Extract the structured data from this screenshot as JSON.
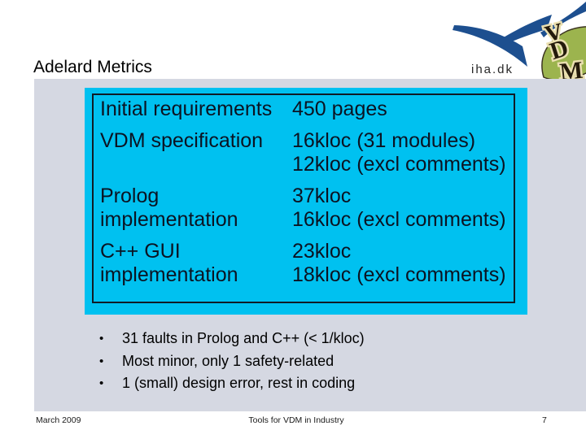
{
  "slide": {
    "title": "Adelard Metrics",
    "logo": {
      "iha": "iha.dk",
      "vdm_letters": [
        "V",
        "D",
        "M"
      ]
    },
    "table": {
      "rows": [
        {
          "label_lines": [
            "Initial requirements"
          ],
          "value_lines": [
            "450 pages"
          ]
        },
        {
          "label_lines": [
            "VDM specification"
          ],
          "value_lines": [
            "16kloc (31 modules)",
            "12kloc (excl comments)"
          ]
        },
        {
          "label_lines": [
            "Prolog",
            "implementation"
          ],
          "value_lines": [
            "37kloc",
            "16kloc (excl comments)"
          ]
        },
        {
          "label_lines": [
            "C++ GUI",
            "implementation"
          ],
          "value_lines": [
            "23kloc",
            "18kloc (excl comments)"
          ]
        }
      ]
    },
    "bullet_char": "•",
    "bullets": [
      "31 faults in Prolog and C++ (< 1/kloc)",
      "Most minor, only 1 safety-related",
      "1 (small) design error, rest in coding"
    ],
    "footer": {
      "date": "March 2009",
      "center": "Tools for VDM in Industry",
      "page": "7"
    },
    "colors": {
      "panel_bg": "#d5d8e2",
      "table_bg": "#00c1f0",
      "table_border": "#101c26",
      "logo_blue": "#1d4f8f",
      "leaf_green": "#9cb44e",
      "letter_outline": "#eadfb0"
    }
  }
}
